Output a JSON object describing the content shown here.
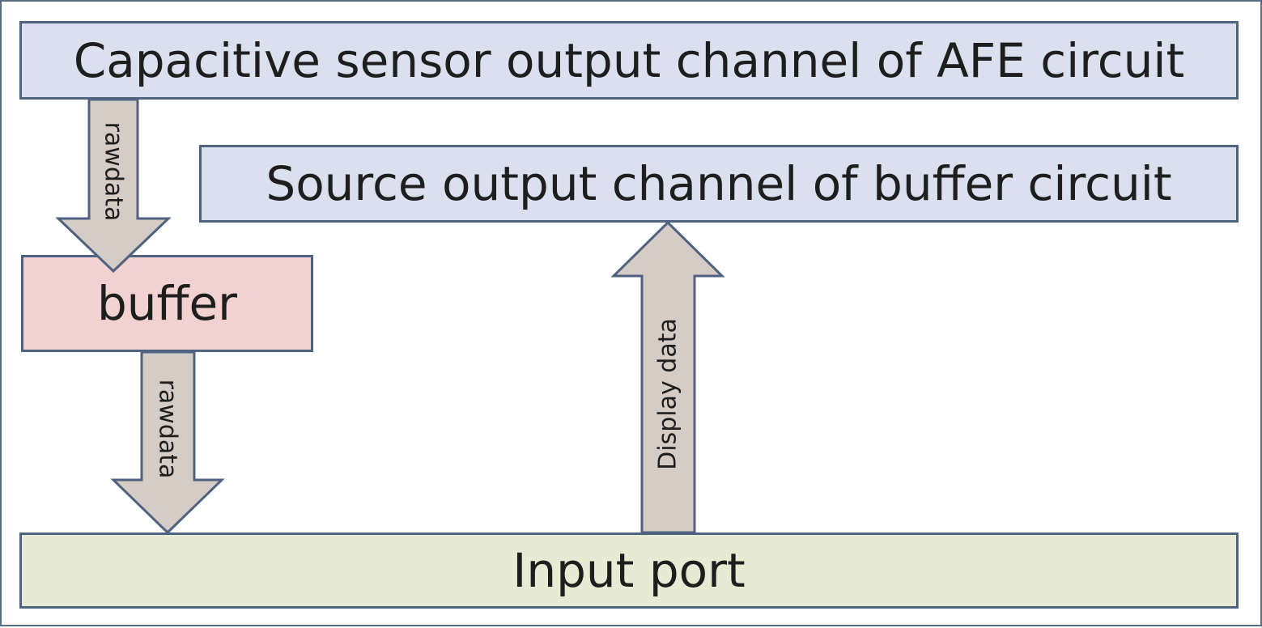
{
  "boxes": {
    "afe_output": "Capacitive sensor output channel of AFE circuit",
    "source_output": "Source output channel of buffer circuit",
    "buffer": "buffer",
    "input_port": "Input port"
  },
  "arrows": {
    "afe_to_buffer": "rawdata",
    "buffer_to_input": "rawdata",
    "input_to_source": "Display data"
  },
  "colors": {
    "box_border": "#4f6280",
    "blue_box_fill": "#dbe0ee",
    "buffer_fill": "#f2d2d0",
    "input_fill": "#e8ebd3",
    "arrow_fill": "#d6ccc6",
    "arrow_stroke": "#4f6280"
  }
}
